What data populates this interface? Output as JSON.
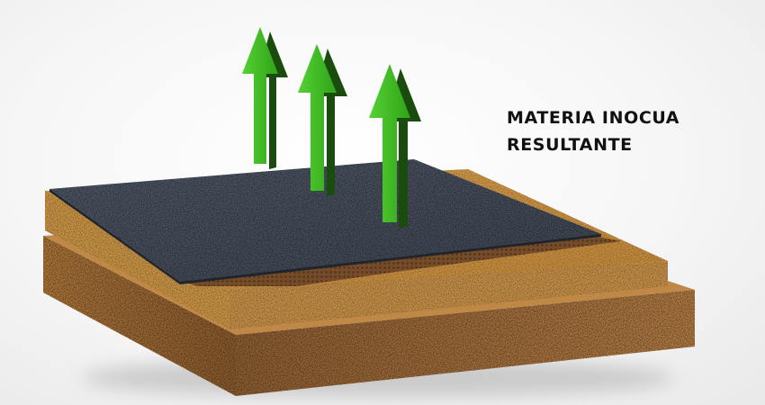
{
  "caption": {
    "line1": "MATERIA INOCUA",
    "line2": "RESULTANTE"
  },
  "layers": [
    "asphalt-shingle-sheet",
    "brown-mesh-layer",
    "cork-layer",
    "base-cork-layer"
  ],
  "arrow_count": 3,
  "colors": {
    "arrow_green": "#3fbf22",
    "arrow_dark": "#1a4d0d",
    "asphalt": "#3a4352",
    "mesh": "#8a5a32",
    "cork_light": "#c98f43",
    "cork_dark": "#9c6a36",
    "text": "#111111"
  }
}
